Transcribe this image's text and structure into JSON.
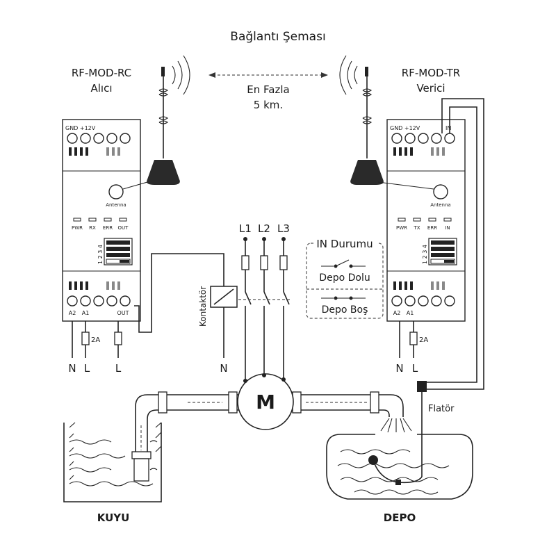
{
  "title": "Bağlantı Şeması",
  "receiver": {
    "model": "RF-MOD-RC",
    "role": "Alıcı",
    "top_terminals": "GND +12V",
    "antenna_label": "Antenna",
    "leds": [
      "PWR",
      "RX",
      "ERR",
      "OUT"
    ],
    "dip_numbers": "1 2 3 4",
    "bottom_terminals": [
      "A2",
      "A1",
      "OUT"
    ],
    "fuse_rating": "2A",
    "lines": [
      "N",
      "L",
      "L"
    ]
  },
  "transmitter": {
    "model": "RF-MOD-TR",
    "role": "Verici",
    "top_terminals": "GND +12V",
    "top_in_label": "IN",
    "antenna_label": "Antenna",
    "leds": [
      "PWR",
      "TX",
      "ERR",
      "IN"
    ],
    "dip_numbers": "1 2 3 4",
    "bottom_terminals": [
      "A2",
      "A1"
    ],
    "fuse_rating": "2A",
    "lines": [
      "N",
      "L"
    ]
  },
  "range": {
    "line1": "En Fazla",
    "line2": "5 km."
  },
  "phases": [
    "L1",
    "L2",
    "L3"
  ],
  "contactor": {
    "label": "Kontaktör",
    "neutral": "N"
  },
  "in_status": {
    "title": "IN Durumu",
    "full": "Depo Dolu",
    "empty": "Depo Boş"
  },
  "motor": {
    "label": "M"
  },
  "float_switch": {
    "label": "Flatör"
  },
  "well": {
    "label": "KUYU"
  },
  "tank": {
    "label": "DEPO"
  }
}
